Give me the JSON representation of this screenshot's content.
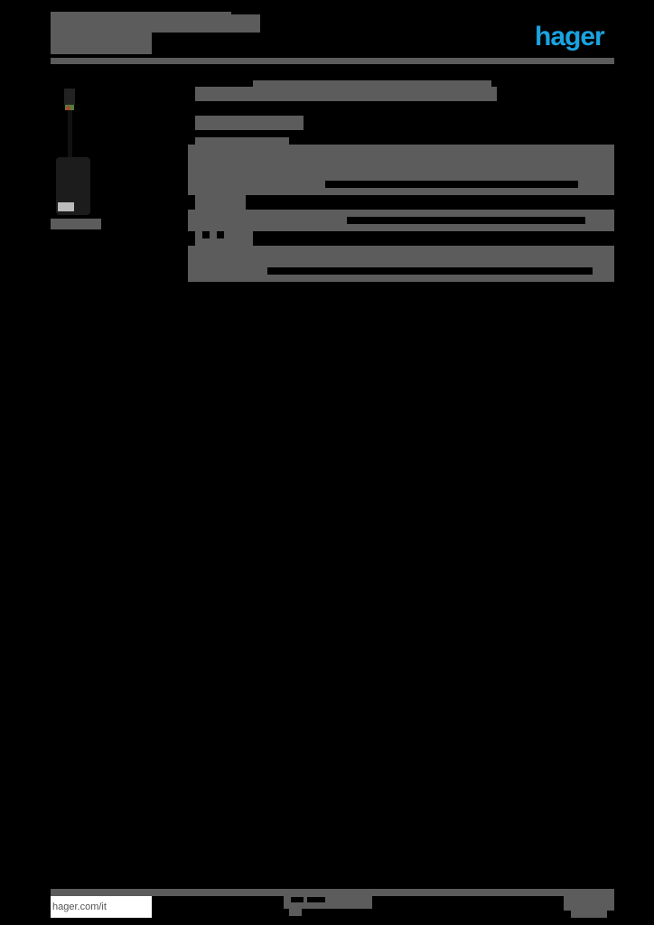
{
  "header": {
    "title_redacted": true,
    "subtitle_redacted": true,
    "logo_text": "hager",
    "brand_color": "#1aa3e0"
  },
  "product": {
    "image": "device-with-cable-icon",
    "caption_redacted": true
  },
  "main": {
    "title_redacted": true,
    "subtitle_redacted": true,
    "table_rows": 3
  },
  "footer": {
    "link_text": "hager.com/it",
    "center_text_redacted": true,
    "page_info_redacted": true
  },
  "colors": {
    "background": "#000000",
    "redaction_block": "#5b5c5b",
    "accent": "#1aa3e0"
  }
}
